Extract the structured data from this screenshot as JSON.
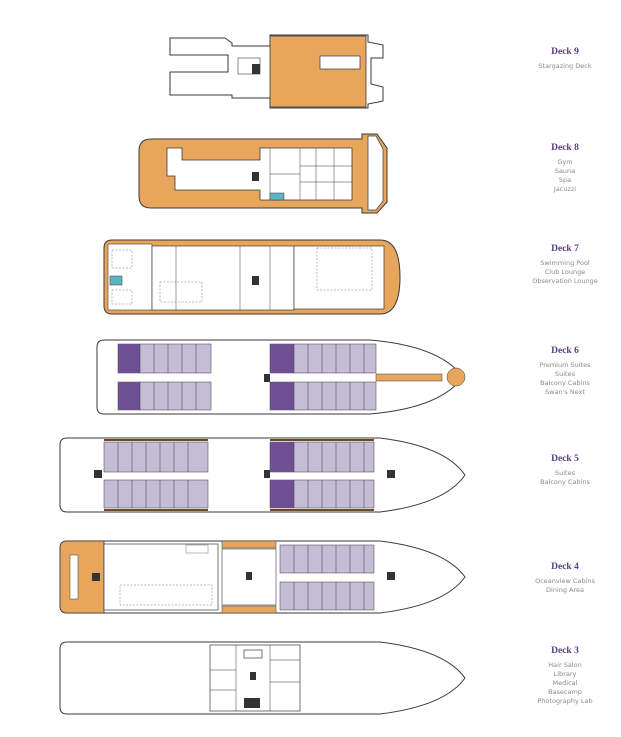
{
  "colors": {
    "orange": "#e8a55c",
    "cabin": "#c5bdd6",
    "cabin_dark": "#6e4f94",
    "outline": "#3a3a3a",
    "title": "#5b3d86",
    "subtitle": "#8a8a8a",
    "pool": "#5bb3c4"
  },
  "decks": [
    {
      "title": "Deck 9",
      "lines": [
        "Stargazing Deck"
      ]
    },
    {
      "title": "Deck 8",
      "lines": [
        "Gym",
        "Sauna",
        "Spa",
        "Jacuzzi"
      ]
    },
    {
      "title": "Deck 7",
      "lines": [
        "Swimming Pool",
        "Club Lounge",
        "Observation Lounge"
      ]
    },
    {
      "title": "Deck 6",
      "lines": [
        "Premium Suites",
        "Suites",
        "Balcony Cabins",
        "Swan's Next"
      ]
    },
    {
      "title": "Deck 5",
      "lines": [
        "Suites",
        "Balcony Cabins"
      ]
    },
    {
      "title": "Deck 4",
      "lines": [
        "Oceanview Cabins",
        "Dining Area"
      ]
    },
    {
      "title": "Deck 3",
      "lines": [
        "Hair Salon",
        "Library",
        "Medical",
        "Basecamp",
        "Photography Lab"
      ]
    }
  ]
}
